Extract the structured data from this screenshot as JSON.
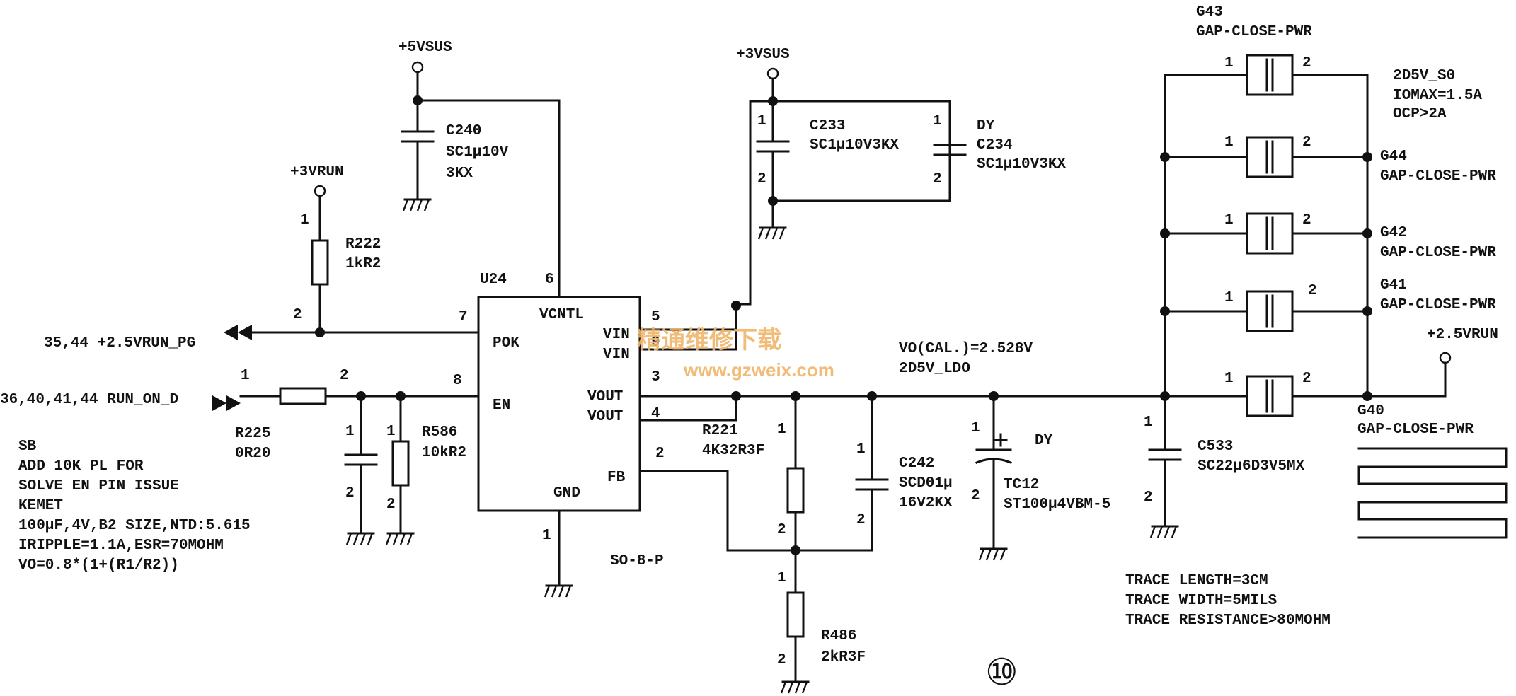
{
  "rails": {
    "v5sus": "+5VSUS",
    "v3sus": "+3VSUS",
    "v3run": "+3VRUN",
    "v25run": "+2.5VRUN"
  },
  "signals": {
    "pg": "35,44 +2.5VRUN_PG",
    "run_on": "36,40,41,44 RUN_ON_D"
  },
  "ic": {
    "ref": "U24",
    "package": "SO-8-P",
    "pins": {
      "vcntl": "VCNTL",
      "pok": "POK",
      "en": "EN",
      "vin1": "VIN",
      "vin2": "VIN",
      "vout1": "VOUT",
      "vout2": "VOUT",
      "fb": "FB",
      "gnd": "GND"
    },
    "pin_numbers": {
      "vcntl": "6",
      "pok": "7",
      "en": "8",
      "vin1": "5",
      "vin2": "9",
      "vout1": "3",
      "vout2": "4",
      "fb": "2",
      "gnd": "1"
    }
  },
  "components": {
    "c240": {
      "ref": "C240",
      "value": "SC1μ10V",
      "value2": "3KX"
    },
    "r222": {
      "ref": "R222",
      "value": "1kR2"
    },
    "c233": {
      "ref": "C233",
      "value": "SC1μ10V3KX"
    },
    "c234": {
      "ref": "C234",
      "value": "SC1μ10V3KX",
      "flag": "DY"
    },
    "r225": {
      "ref": "R225",
      "value": "0R20"
    },
    "r586": {
      "ref": "R586",
      "value": "10kR2"
    },
    "r221": {
      "ref": "R221",
      "value": "4K32R3F"
    },
    "r486": {
      "ref": "R486",
      "value": "2kR3F"
    },
    "c242": {
      "ref": "C242",
      "value": "SCD01μ",
      "value2": "16V2KX"
    },
    "tc12": {
      "ref": "TC12",
      "value": "ST100μ4VBM-5",
      "flag": "DY"
    },
    "c533": {
      "ref": "C533",
      "value": "SC22μ6D3V5MX"
    }
  },
  "gaps": {
    "g43": {
      "ref": "G43",
      "type": "GAP-CLOSE-PWR"
    },
    "g44": {
      "ref": "G44",
      "type": "GAP-CLOSE-PWR"
    },
    "g42": {
      "ref": "G42",
      "type": "GAP-CLOSE-PWR"
    },
    "g41": {
      "ref": "G41",
      "type": "GAP-CLOSE-PWR"
    },
    "g40": {
      "ref": "G40",
      "type": "GAP-CLOSE-PWR"
    }
  },
  "output_info": {
    "net": "2D5V_S0",
    "iomax": "IOMAX=1.5A",
    "ocp": "OCP>2A",
    "vo_calc": "VO(CAL.)=2.528V",
    "net2": "2D5V_LDO"
  },
  "notes": [
    "SB",
    "ADD 10K PL FOR",
    "SOLVE EN PIN ISSUE",
    "KEMET",
    "100μF,4V,B2 SIZE,NTD:5.615",
    "IRIPPLE=1.1A,ESR=70MOHM",
    "VO=0.8*(1+(R1/R2))"
  ],
  "trace_notes": [
    "TRACE LENGTH=3CM",
    "TRACE WIDTH=5MILS",
    "TRACE RESISTANCE>80MOHM"
  ],
  "watermark": {
    "cn": "精通维修下载",
    "url": "www.gzweix.com"
  },
  "figure_number": "⑩"
}
